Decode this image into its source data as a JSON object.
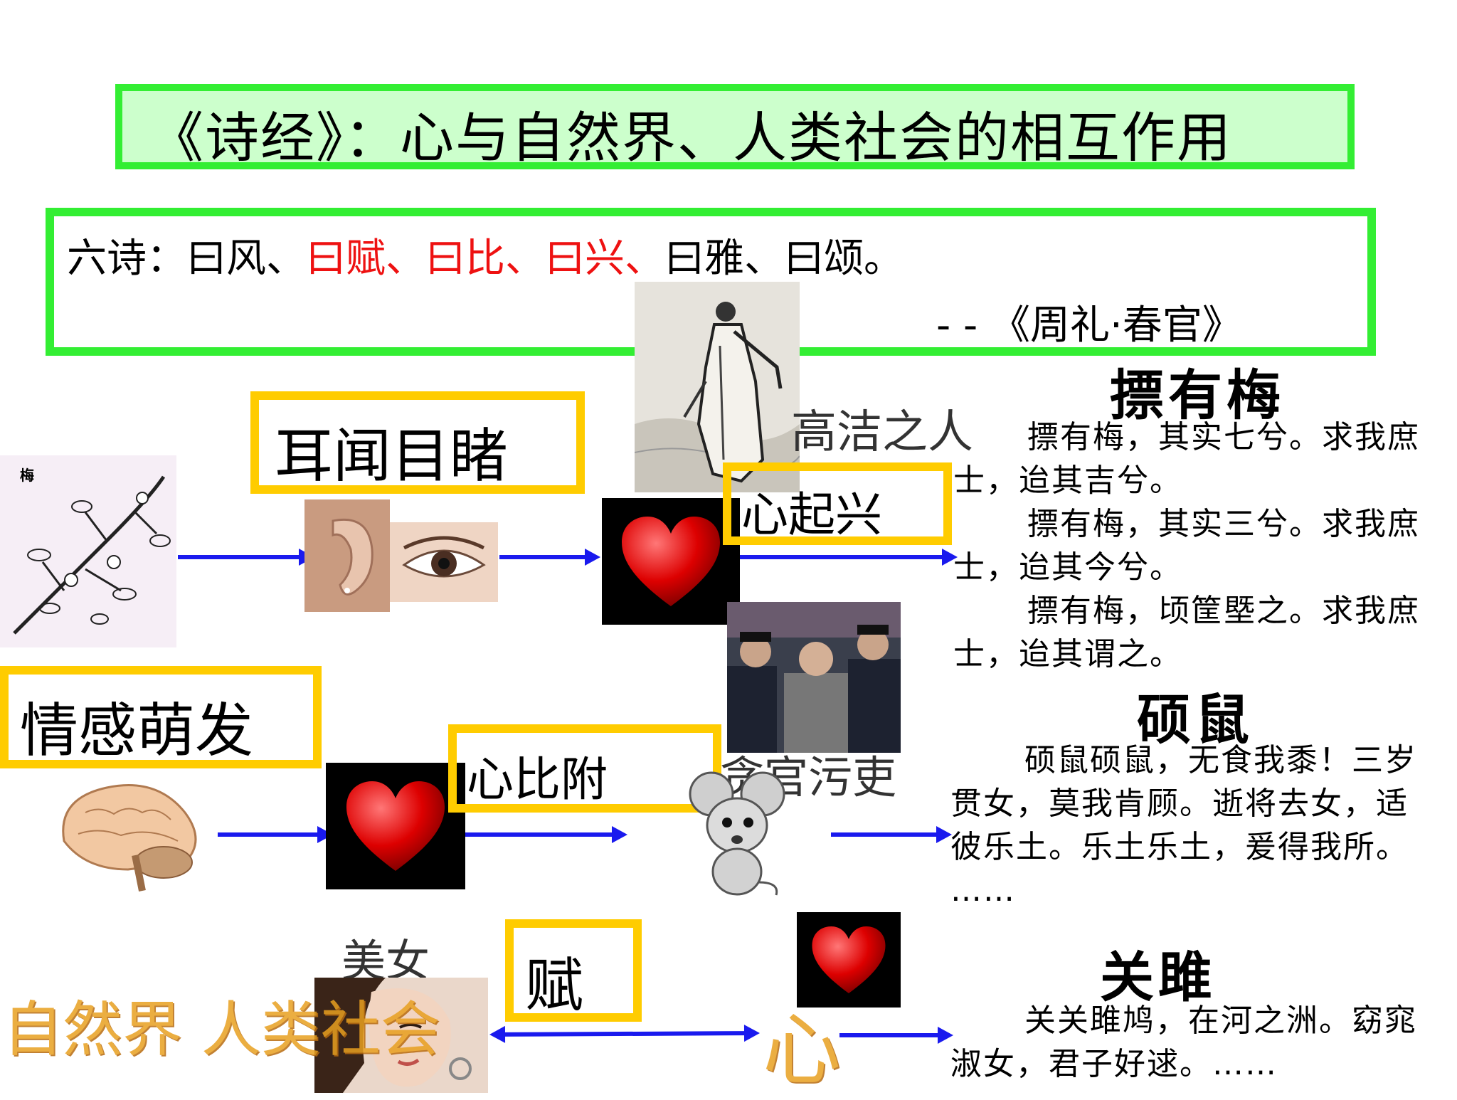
{
  "title": "《诗经》：心与自然界、人类社会的相互作用",
  "liushi": {
    "prefix": "六诗：曰风、",
    "fu": "曰赋、",
    "bi": "曰比、",
    "xing": "曰兴、",
    "suffix": "曰雅、曰颂。",
    "source": "- -  《周礼·春官》"
  },
  "labels": {
    "ear_eye": "耳闻目睹",
    "emotion": "情感萌发",
    "xing": "心起兴",
    "bi": "心比附",
    "fu": "赋",
    "noble": "高洁之人",
    "corrupt": "贪官污吏",
    "beauty": "美女",
    "nature_society": "自然界 人类社会",
    "heart_char": "心",
    "plum_tag": "梅"
  },
  "poems": [
    {
      "title": "摽有梅",
      "lines": [
        "摽有梅，其实七兮。求我庶士，迨其吉兮。",
        "摽有梅，其实三兮。求我庶士，迨其今兮。",
        "摽有梅，顷筐塈之。求我庶士，迨其谓之。"
      ]
    },
    {
      "title": "硕鼠",
      "lines": [
        "硕鼠硕鼠，无食我黍！三岁贯女，莫我肯顾。逝将去女，适彼乐土。乐土乐土，爰得我所。",
        "……"
      ]
    },
    {
      "title": "关雎",
      "lines": [
        "关关雎鸠，在河之洲。窈窕淑女，君子好逑。……"
      ]
    }
  ],
  "colors": {
    "green_border": "#33ee33",
    "title_bg": "#ccffcc",
    "yellow_border": "#ffcc00",
    "arrow": "#1a1aee",
    "red": "#ee1111"
  }
}
